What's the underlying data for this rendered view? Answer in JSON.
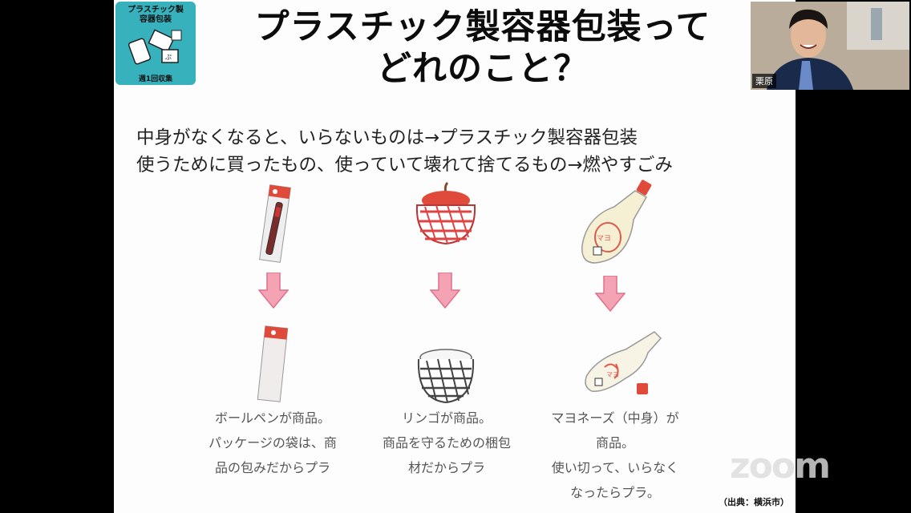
{
  "slide": {
    "logo": {
      "line1": "プラスチック製",
      "line2": "容器包装",
      "line3": "週1回収集"
    },
    "title_line1": "プラスチック製容器包装って",
    "title_line2": "どれのこと？",
    "rule1": "中身がなくなると、いらないものは→プラスチック製容器包装",
    "rule2": "使うために買ったもの、使っていて壊れて捨てるもの→燃やすごみ",
    "captions": [
      [
        "ボールペンが商品。",
        "パッケージの袋は、商",
        "品の包みだからプラ"
      ],
      [
        "リンゴが商品。",
        "商品を守るための梱包",
        "材だからプラ"
      ],
      [
        "マヨネーズ（中身）が",
        "商品。",
        "使い切って、いらなく",
        "なったらプラ。"
      ]
    ],
    "source": "（出典：横浜市）"
  },
  "video": {
    "participant_name": "栗原"
  },
  "watermark": "zoom",
  "colors": {
    "logo_teal": "#37b2bd",
    "arrow_pink": "#f4a3b5",
    "tag_red": "#e04a3a"
  }
}
